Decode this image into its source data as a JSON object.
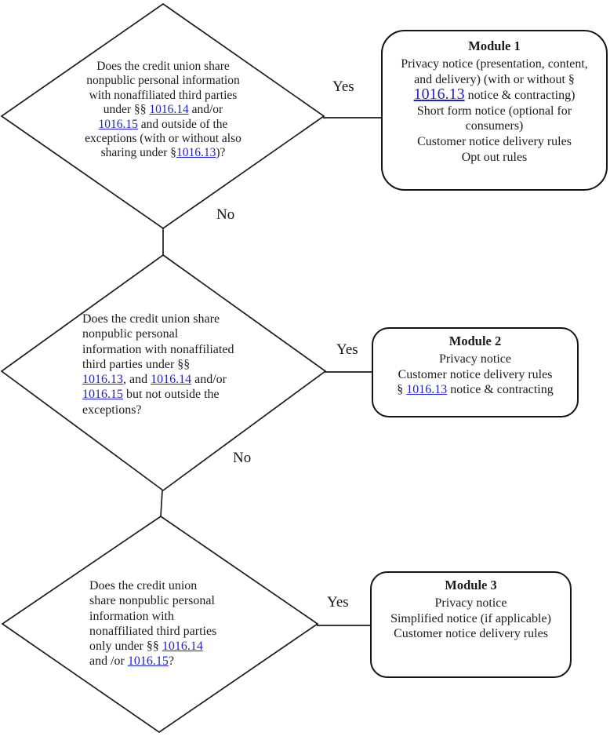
{
  "diagram": {
    "colors": {
      "link_blue": "#2222cc",
      "line_black": "#1c1c1c"
    },
    "decisions": [
      {
        "yes_label": "Yes",
        "no_label": "No",
        "lines": [
          [
            {
              "t": "Does the credit union share"
            }
          ],
          [
            {
              "t": "nonpublic personal information"
            }
          ],
          [
            {
              "t": "with nonaffiliated third parties"
            }
          ],
          [
            {
              "t": "under §§ "
            },
            {
              "t": "1016.14",
              "link": true
            },
            {
              "t": " and/or"
            }
          ],
          [
            {
              "t": "1016.15",
              "link": true
            },
            {
              "t": " and outside of the"
            }
          ],
          [
            {
              "t": "exceptions (with or without also"
            }
          ],
          [
            {
              "t": "sharing under §"
            },
            {
              "t": "1016.13",
              "link": true
            },
            {
              "t": ")?"
            }
          ]
        ]
      },
      {
        "yes_label": "Yes",
        "no_label": "No",
        "lines": [
          [
            {
              "t": "Does the credit union share"
            }
          ],
          [
            {
              "t": "nonpublic personal"
            }
          ],
          [
            {
              "t": "information with nonaffiliated"
            }
          ],
          [
            {
              "t": "third parties under §§"
            }
          ],
          [
            {
              "t": "1016.13",
              "link": true
            },
            {
              "t": ", and "
            },
            {
              "t": "1016.14",
              "link": true
            },
            {
              "t": " and/or"
            }
          ],
          [
            {
              "t": "1016.15",
              "link": true
            },
            {
              "t": " but not outside the"
            }
          ],
          [
            {
              "t": "exceptions?"
            }
          ]
        ]
      },
      {
        "yes_label": "Yes",
        "lines": [
          [
            {
              "t": "Does the credit union"
            }
          ],
          [
            {
              "t": "share nonpublic personal"
            }
          ],
          [
            {
              "t": "information with"
            }
          ],
          [
            {
              "t": "nonaffiliated third parties"
            }
          ],
          [
            {
              "t": "only under §§ "
            },
            {
              "t": "1016.14",
              "link": true
            }
          ],
          [
            {
              "t": "and /or "
            },
            {
              "t": "1016.15",
              "link": true
            },
            {
              "t": "?"
            }
          ]
        ]
      }
    ],
    "modules": [
      {
        "title": "Module 1",
        "lines": [
          [
            {
              "t": "Privacy notice (presentation, content,"
            }
          ],
          [
            {
              "t": "and delivery) (with or without §"
            }
          ],
          [
            {
              "t": "1016.13",
              "link": true,
              "big": true
            },
            {
              "t": " notice & contracting)"
            }
          ],
          [
            {
              "t": "Short form notice (optional for"
            }
          ],
          [
            {
              "t": "consumers)"
            }
          ],
          [
            {
              "t": "Customer notice delivery rules"
            }
          ],
          [
            {
              "t": "Opt out rules"
            }
          ]
        ]
      },
      {
        "title": "Module 2",
        "lines": [
          [
            {
              "t": "Privacy notice"
            }
          ],
          [
            {
              "t": "Customer notice delivery rules"
            }
          ],
          [
            {
              "t": "§ "
            },
            {
              "t": "1016.13",
              "link": true
            },
            {
              "t": " notice & contracting"
            }
          ]
        ]
      },
      {
        "title": "Module 3",
        "lines": [
          [
            {
              "t": "Privacy notice"
            }
          ],
          [
            {
              "t": "Simplified notice (if applicable)"
            }
          ],
          [
            {
              "t": "Customer notice delivery rules"
            }
          ]
        ]
      }
    ]
  }
}
